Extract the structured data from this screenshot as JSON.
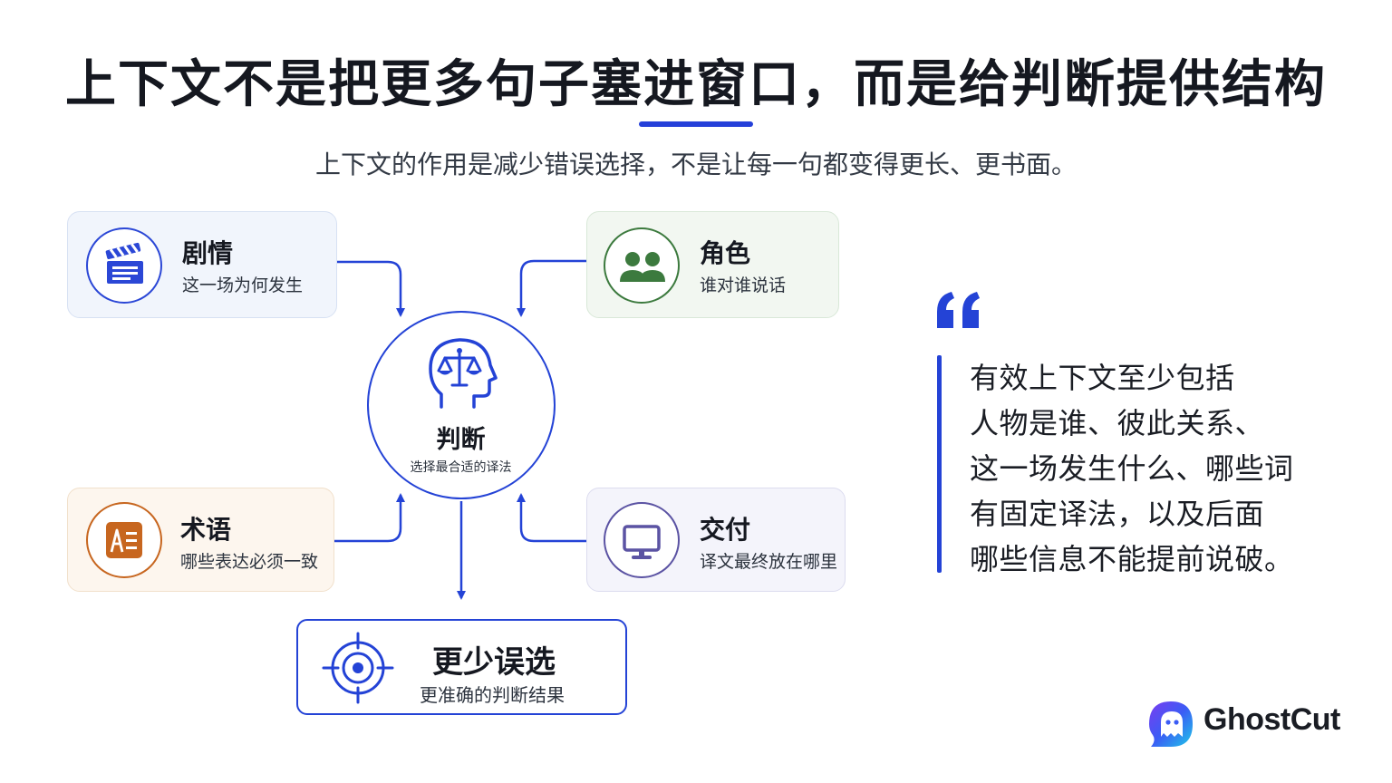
{
  "header": {
    "title": "上下文不是把更多句子塞进窗口，而是给判断提供结构",
    "subtitle": "上下文的作用是减少错误选择，不是让每一句都变得更长、更书面。"
  },
  "cards": {
    "plot": {
      "title": "剧情",
      "desc": "这一场为何发生",
      "icon": "clapperboard-icon",
      "color": "#2b47d6"
    },
    "role": {
      "title": "角色",
      "desc": "谁对谁说话",
      "icon": "people-icon",
      "color": "#3c7a3e"
    },
    "term": {
      "title": "术语",
      "desc": "哪些表达必须一致",
      "icon": "glossary-icon",
      "color": "#c7661f"
    },
    "deliver": {
      "title": "交付",
      "desc": "译文最终放在哪里",
      "icon": "monitor-icon",
      "color": "#5b53a3"
    }
  },
  "center": {
    "title": "判断",
    "desc": "选择最合适的译法",
    "icon": "head-scale-icon"
  },
  "result": {
    "title": "更少误选",
    "desc": "更准确的判断结果",
    "icon": "target-icon"
  },
  "quote": {
    "lines": [
      "有效上下文至少包括",
      "人物是谁、彼此关系、",
      "这一场发生什么、哪些词",
      "有固定译法，以及后面",
      "哪些信息不能提前说破。"
    ]
  },
  "brand": {
    "name": "GhostCut",
    "icon": "ghost-logo-icon"
  },
  "colors": {
    "accent": "#2443d6",
    "text": "#151820"
  }
}
